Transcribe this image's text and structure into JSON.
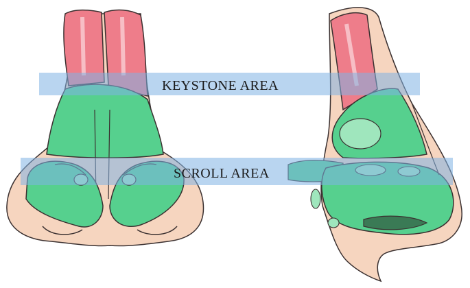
{
  "labels": {
    "keystone": "KEYSTONE AREA",
    "scroll": "SCROLL AREA"
  },
  "colors": {
    "skin": "#f6d5bf",
    "bone": "#ee7d8a",
    "cartilage": "#56d08e",
    "cartilage_light": "#9fe6bd",
    "band": "#7fb2e3",
    "outline": "#3a3030"
  },
  "regions": {
    "bone": "nasal-bone",
    "cartilage": "nasal-cartilage",
    "skin": "skin"
  }
}
